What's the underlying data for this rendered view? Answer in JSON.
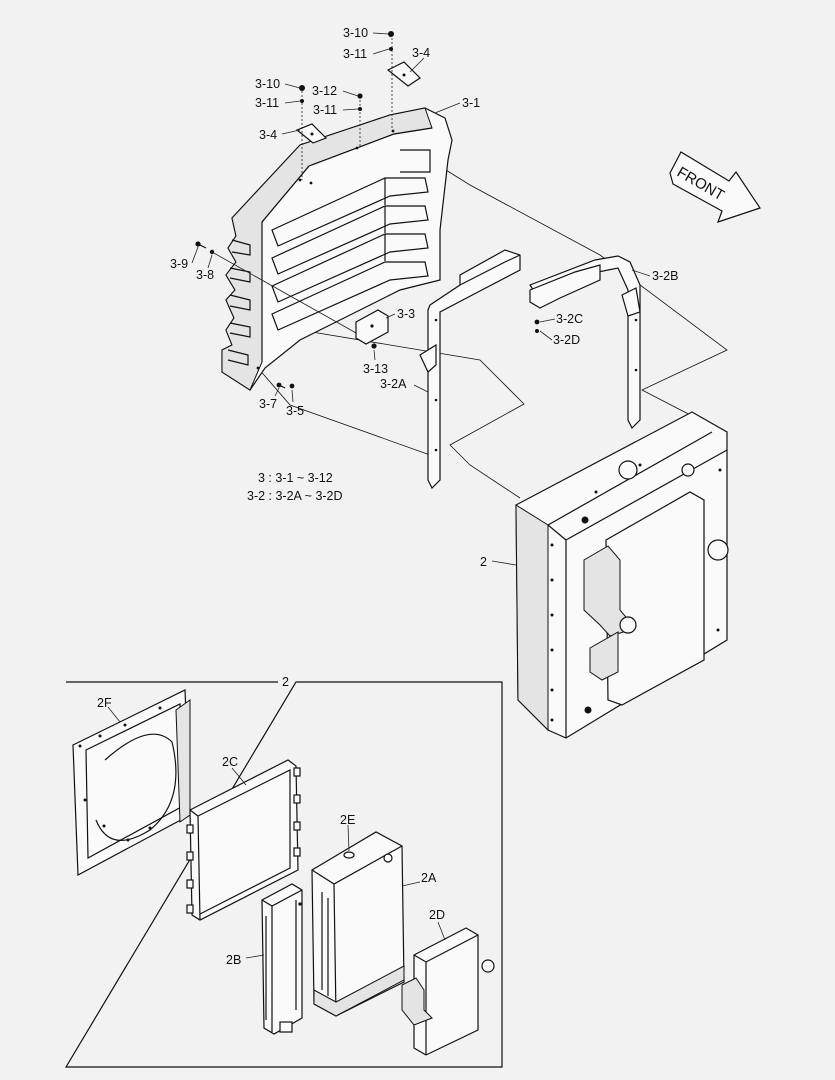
{
  "labels": {
    "p3_10a": "3-10",
    "p3_11a": "3-11",
    "p3_4a": "3-4",
    "p3_10b": "3-10",
    "p3_11b": "3-11",
    "p3_12": "3-12",
    "p3_11c": "3-11",
    "p3_1": "3-1",
    "p3_4b": "3-4",
    "p3_9": "3-9",
    "p3_8": "3-8",
    "p3_3": "3-3",
    "p3_13": "3-13",
    "p3_2A": "3-2A",
    "p3_2B": "3-2B",
    "p3_2C": "3-2C",
    "p3_2D": "3-2D",
    "p3_7": "3-7",
    "p3_5": "3-5",
    "p2": "2",
    "p2_box": "2",
    "p2F": "2F",
    "p2C": "2C",
    "p2E": "2E",
    "p2A": "2A",
    "p2B": "2B",
    "p2D": "2D"
  },
  "notes": {
    "line1": "3 : 3-1 ~ 3-12",
    "line2": "3-2 : 3-2A ~ 3-2D"
  },
  "front_arrow": "FRONT"
}
